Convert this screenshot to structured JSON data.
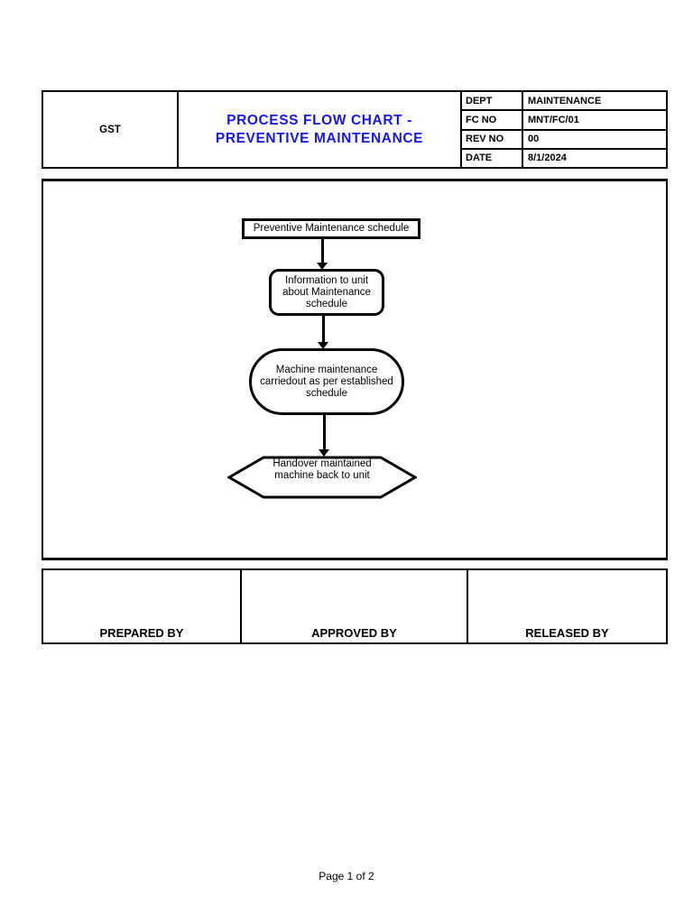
{
  "header": {
    "logo": "GST",
    "title_line1": "PROCESS FLOW CHART -",
    "title_line2": "PREVENTIVE MAINTENANCE",
    "title_color": "#1717e6",
    "meta": [
      {
        "label": "DEPT",
        "value": "MAINTENANCE"
      },
      {
        "label": "FC NO",
        "value": "MNT/FC/01"
      },
      {
        "label": "REV NO",
        "value": "00"
      },
      {
        "label": "DATE",
        "value": "8/1/2024"
      }
    ]
  },
  "flowchart": {
    "steps": [
      {
        "shape": "rectangle",
        "lines": [
          "Preventive Maintenance schedule"
        ]
      },
      {
        "shape": "rounded-rectangle",
        "lines": [
          "Information to unit",
          "about Maintenance",
          "schedule"
        ]
      },
      {
        "shape": "stadium",
        "lines": [
          "Machine maintenance",
          "carriedout as per established",
          "schedule"
        ]
      },
      {
        "shape": "hexagon",
        "lines": [
          "Handover maintained",
          "machine back to unit"
        ]
      }
    ],
    "line_color": "#000000"
  },
  "signoff": {
    "columns": [
      "PREPARED BY",
      "APPROVED BY",
      "RELEASED BY"
    ]
  },
  "footer": {
    "page_number": "Page 1 of 2"
  }
}
